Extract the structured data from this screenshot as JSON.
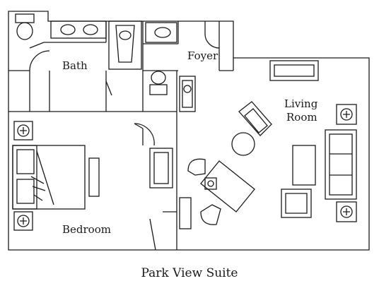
{
  "rooms": {
    "bath": "Bath",
    "foyer": "Foyer",
    "living_line1": "Living",
    "living_line2": "Room",
    "bedroom": "Bedroom"
  },
  "caption": "Park View Suite",
  "colors": {
    "line": "#1a1a1a",
    "background": "#ffffff"
  }
}
